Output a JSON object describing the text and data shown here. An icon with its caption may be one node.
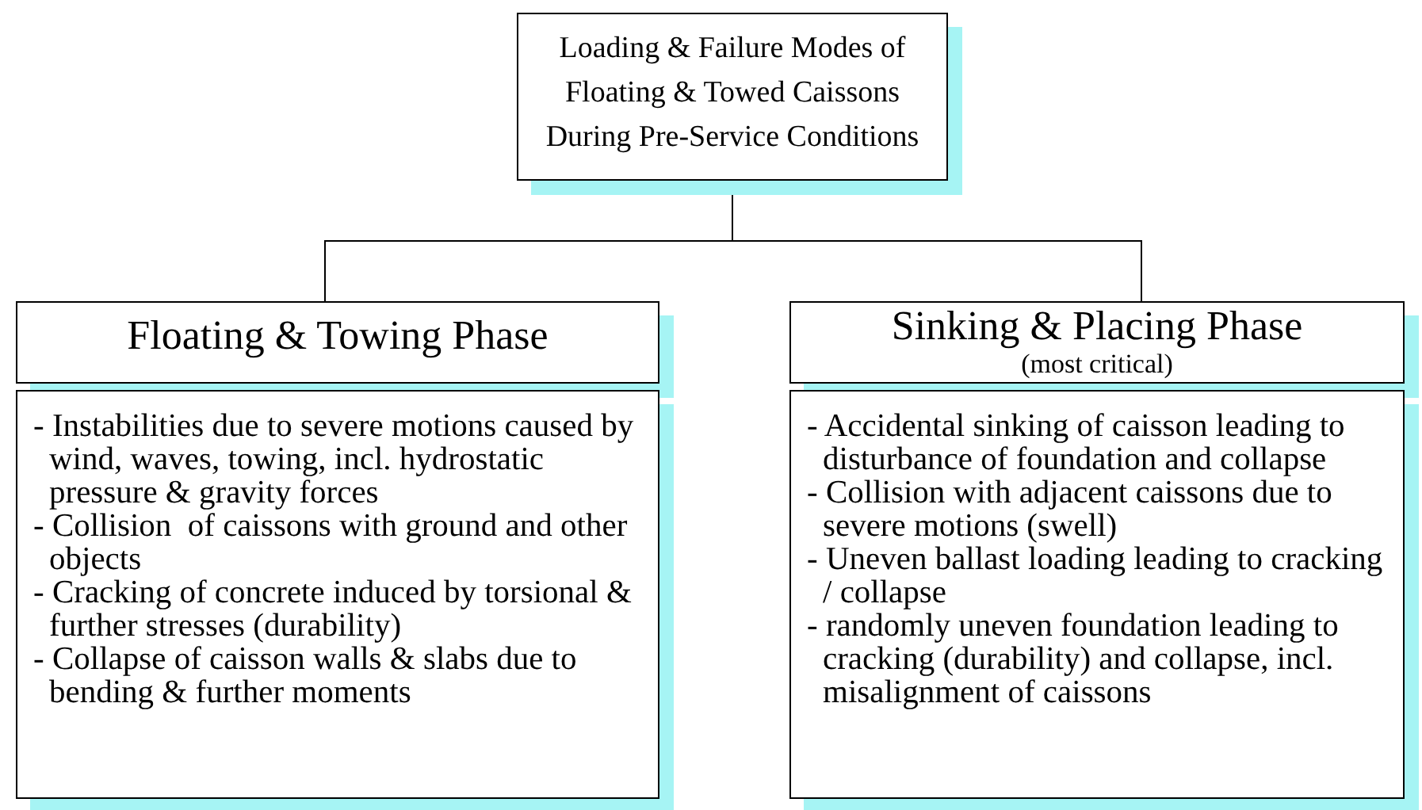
{
  "diagram": {
    "nodes": [
      {
        "text": [
          "Loading & Failure Modes of Floating & Towed Caissons During Pre-Service Conditions"
        ]
      },
      {
        "text": [
          "Floating & Towing Phase"
        ]
      },
      {
        "text": [
          "- Instabilities due to severe motions caused by wind, waves, towing, incl. hydrostatic pressure & gravity forces",
          "- Collision  of caissons with ground and other objects",
          "- Cracking of concrete induced by torsional & further stresses (durability)",
          "- Collapse of caisson walls & slabs due to bending & further moments"
        ]
      },
      {
        "text": [
          "Sinking & Placing Phase",
          "(most critical)"
        ]
      },
      {
        "text": [
          "- Accidental sinking of caisson leading to disturbance of foundation and collapse",
          "- Collision with adjacent caissons due to severe motions (swell)",
          "- Uneven ballast loading leading to cracking / collapse",
          "- randomly uneven foundation leading to cracking (durability) and collapse, incl. misalignment of caissons"
        ]
      }
    ],
    "edges": [
      {
        "from": 0,
        "to": 1,
        "arrow": "none"
      },
      {
        "from": 0,
        "to": 3,
        "arrow": "none"
      }
    ]
  }
}
